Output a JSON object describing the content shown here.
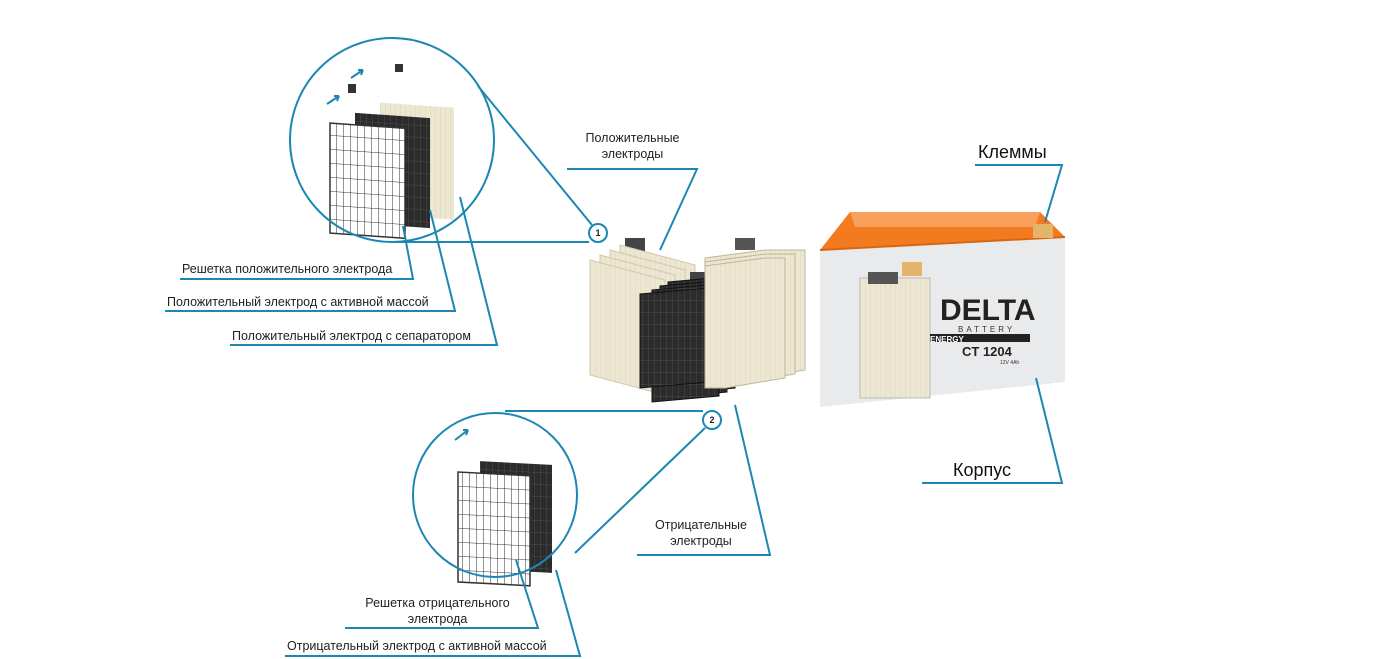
{
  "colors": {
    "accent_line": "#1b87b2",
    "battery_orange": "#f47a1f",
    "battery_body": "#e9eaec",
    "plate_beige": "#ede7d2",
    "plate_dark": "#2a2a2a"
  },
  "callouts": {
    "marker_1": "1",
    "marker_2": "2",
    "positive_grid": "Решетка положительного электрода",
    "positive_active_mass": "Положительный электрод с активной массой",
    "positive_separator": "Положительный электрод с сепаратором",
    "positive_electrodes_line1": "Положительные",
    "positive_electrodes_line2": "электроды",
    "negative_electrodes_line1": "Отрицательные",
    "negative_electrodes_line2": "электроды",
    "negative_grid_line1": "Решетка отрицательного",
    "negative_grid_line2": "электрода",
    "negative_active_mass": "Отрицательный электрод с активной массой",
    "terminals": "Клеммы",
    "case": "Корпус"
  },
  "battery_logo": {
    "brand": "DELTA",
    "sub": "BATTERY",
    "series": "ENERGY",
    "model": "CT 1204",
    "spec": "12V 4Ah"
  }
}
